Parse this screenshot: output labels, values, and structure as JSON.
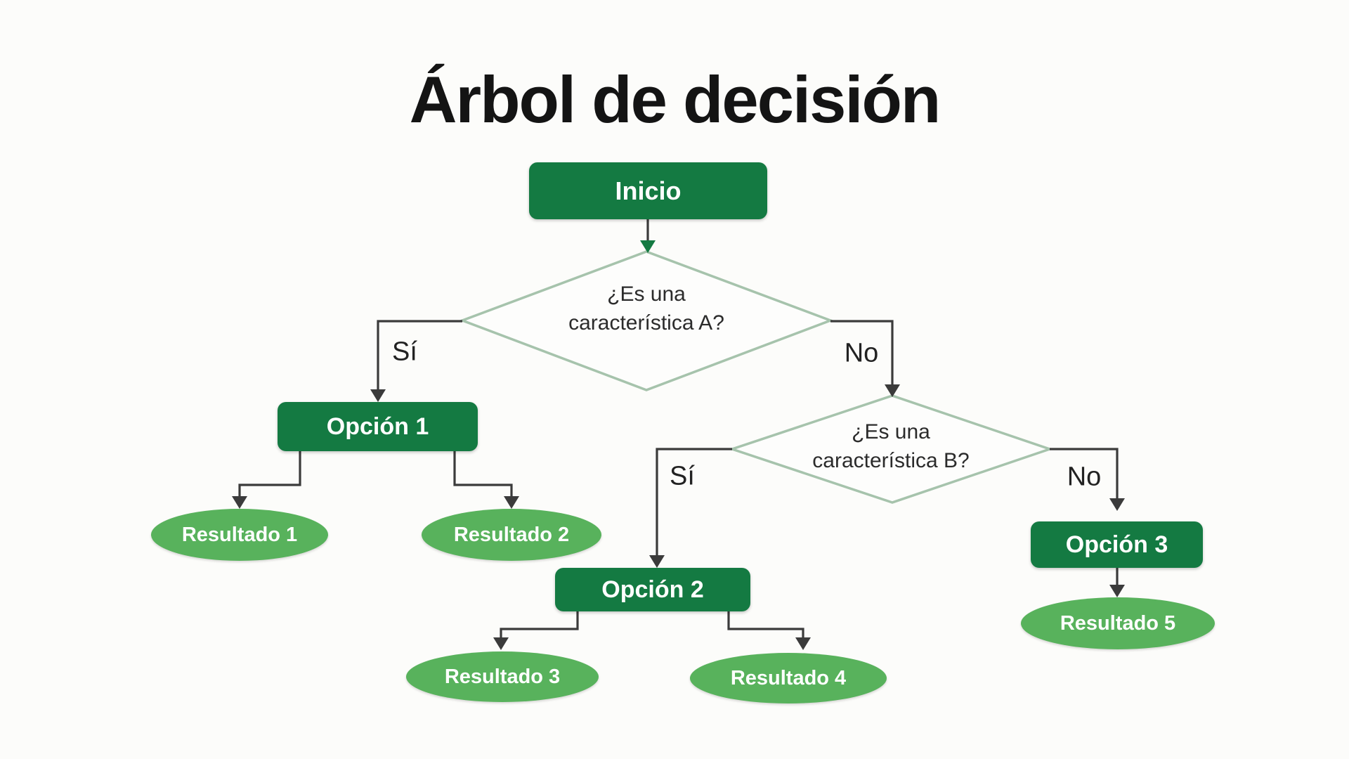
{
  "title": "Árbol de decisión",
  "nodes": {
    "inicio": {
      "label": "Inicio"
    },
    "decision_a": {
      "line1": "¿Es una",
      "line2": "característica A?"
    },
    "decision_b": {
      "line1": "¿Es una",
      "line2": "característica B?"
    },
    "opcion1": {
      "label": "Opción 1"
    },
    "opcion2": {
      "label": "Opción 2"
    },
    "opcion3": {
      "label": "Opción 3"
    },
    "resultado1": {
      "label": "Resultado 1"
    },
    "resultado2": {
      "label": "Resultado 2"
    },
    "resultado3": {
      "label": "Resultado 3"
    },
    "resultado4": {
      "label": "Resultado 4"
    },
    "resultado5": {
      "label": "Resultado 5"
    }
  },
  "edge_labels": {
    "a_yes": "Sí",
    "a_no": "No",
    "b_yes": "Sí",
    "b_no": "No"
  },
  "colors": {
    "box_green": "#147a42",
    "ellipse_green": "#58b25c",
    "diamond_stroke": "#a6c3ac",
    "connector": "#3b3b3b",
    "title_text": "#141414",
    "diamond_text": "#2b2b2b",
    "background": "#fcfcfa"
  }
}
